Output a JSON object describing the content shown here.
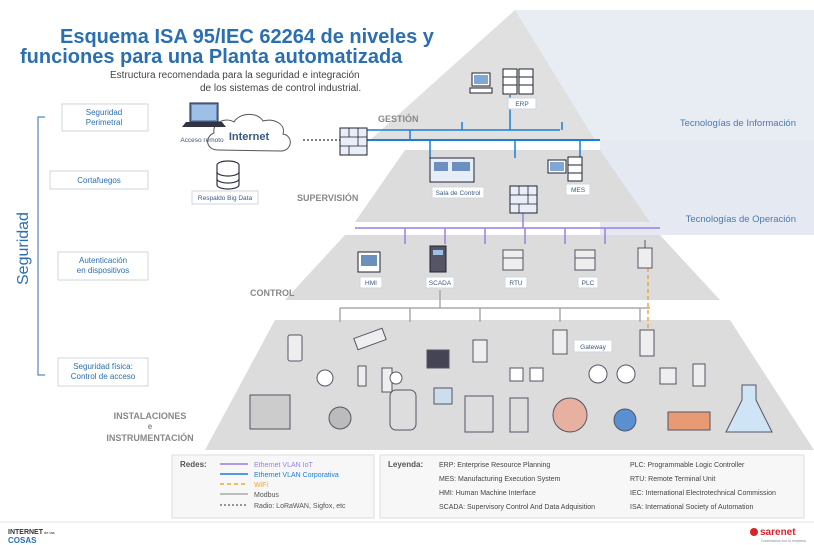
{
  "title": {
    "line1": "Esquema ISA 95/IEC 62264 de niveles y",
    "line2": "funciones para una Planta automatizada",
    "subtitle1": "Estructura recomendada para la seguridad e integración",
    "subtitle2": "de los sistemas de control industrial."
  },
  "security": {
    "label": "Seguridad",
    "items": [
      {
        "line1": "Seguridad",
        "line2": "Perimetral"
      },
      {
        "line1": "Cortafuegos",
        "line2": ""
      },
      {
        "line1": "Autenticación",
        "line2": "en dispositivos"
      },
      {
        "line1": "Seguridad física:",
        "line2": "Control de acceso"
      }
    ]
  },
  "zones": {
    "it": "Tecnologías de Información",
    "ot": "Tecnologías de Operación"
  },
  "levels": {
    "gestion": "GESTIÓN",
    "supervision": "SUPERVISIÓN",
    "control": "CONTROL",
    "instalaciones1": "INSTALACIONES",
    "instalaciones2": "e",
    "instalaciones3": "INSTRUMENTACIÓN"
  },
  "labels": {
    "erp": "ERP",
    "mes": "MES",
    "sala": "Sala de Control",
    "hmi": "HMI",
    "scada": "SCADA",
    "rtu": "RTU",
    "plc": "PLC",
    "gateway": "Gateway",
    "internet": "Internet",
    "acceso": "Acceso remoto",
    "bigdata": "Respaldo Big Data"
  },
  "colors": {
    "title": "#2b6fb0",
    "corporate": "#1a7fd4",
    "iot": "#9b7fe0",
    "wifi": "#f0a830",
    "modbus": "#aaaaaa",
    "pyramid": "#dedede",
    "zone": "#e7ebf3"
  },
  "legend": {
    "redes_title": "Redes:",
    "redes": [
      {
        "label": "Ethernet VLAN IoT",
        "style": "iot"
      },
      {
        "label": "Ethernet VLAN Corporativa",
        "style": "corporate"
      },
      {
        "label": "WiFi",
        "style": "wifi"
      },
      {
        "label": "Modbus",
        "style": "modbus"
      },
      {
        "label": "Radio: LoRaWAN, Sigfox, etc",
        "style": "radio"
      }
    ],
    "leyenda_title": "Leyenda:",
    "col1": [
      "ERP: Enterprise Resource Planning",
      "MES: Manufacturing Execution System",
      "HMI: Human Machine Interface",
      "SCADA: Supervisory Control And Data Adquisition"
    ],
    "col2": [
      "PLC: Programmable Logic Controller",
      "RTU: Remote Terminal Unit",
      "IEC: International Electrotechnical Commission",
      "ISA: International Society of Automation"
    ]
  },
  "footer": {
    "left1": "INTERNET",
    "left_small": "de las",
    "left2": "COSAS",
    "right": "sarenet",
    "right_tag": "Conectamos con tu empresa"
  }
}
